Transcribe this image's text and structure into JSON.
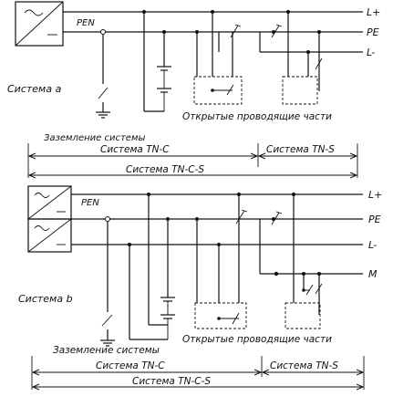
{
  "labels": {
    "l_plus": "L+",
    "pe": "PE",
    "l_minus": "L-",
    "m": "M",
    "pen": "PEN"
  },
  "system_a": {
    "title": "Система a",
    "grounding": "Заземление системы",
    "exposed_parts": "Открытые проводящие части",
    "tn_c": "Система TN-C",
    "tn_s": "Система TN-S",
    "tn_c_s": "Система TN-C-S"
  },
  "system_b": {
    "title": "Система b",
    "grounding": "Заземление системы",
    "exposed_parts": "Открытые проводящие части",
    "tn_c": "Система TN-C",
    "tn_s": "Система TN-S",
    "tn_c_s": "Система TN-C-S"
  }
}
